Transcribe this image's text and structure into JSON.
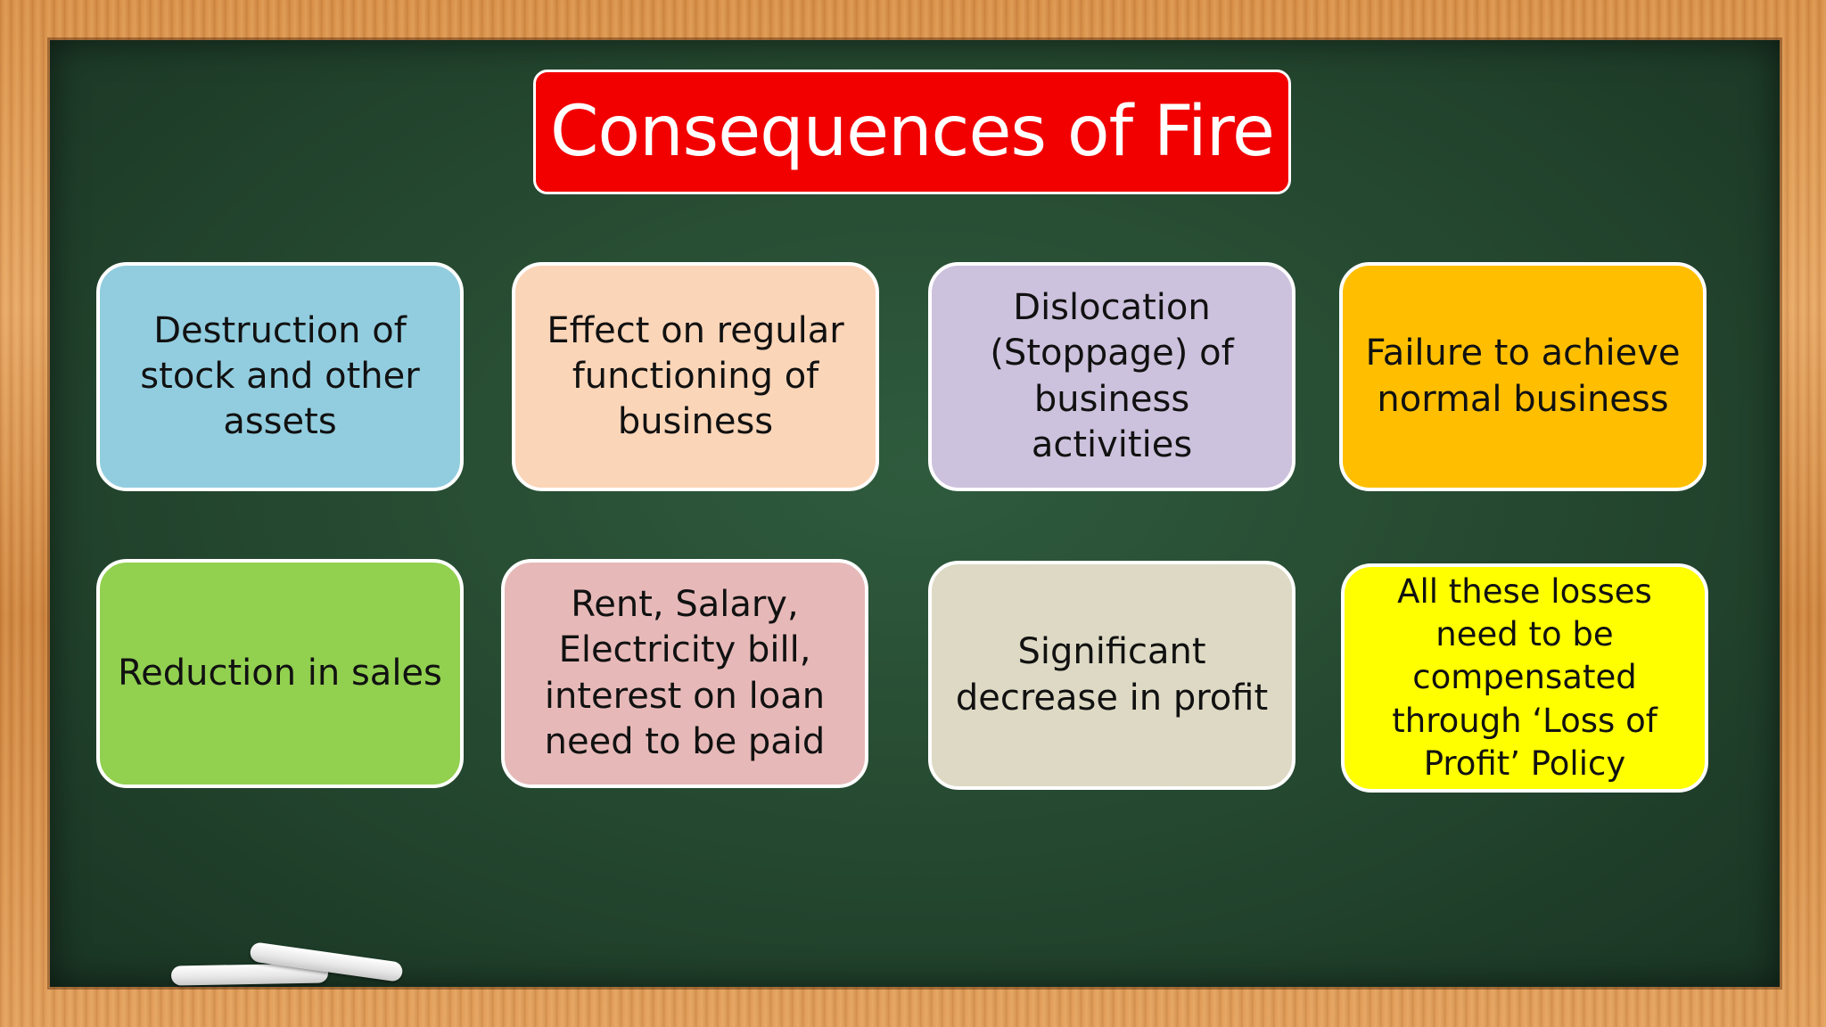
{
  "title": "Consequences of Fire",
  "boxes": [
    {
      "text": "Destruction of\nstock and other\nassets",
      "color": "#92cddf"
    },
    {
      "text": "Effect on regular\nfunctioning of\nbusiness",
      "color": "#fbd5b8"
    },
    {
      "text": "Dislocation\n(Stoppage) of\nbusiness activities",
      "color": "#cdc2dd"
    },
    {
      "text": "Failure to achieve\nnormal business",
      "color": "#ffbf00"
    },
    {
      "text": "Reduction in sales",
      "color": "#92d050"
    },
    {
      "text": "Rent, Salary,\nElectricity bill,\ninterest on loan\nneed to be paid",
      "color": "#e6b9b8"
    },
    {
      "text": "Significant\ndecrease in profit",
      "color": "#ddd9c4"
    },
    {
      "text": "All these losses\nneed to be\ncompensated\nthrough ‘Loss of\nProfit’ Policy",
      "color": "#ffff00"
    }
  ],
  "colors": {
    "title_background": "#f20000",
    "board": "#24472f",
    "frame": "#d9914a"
  }
}
